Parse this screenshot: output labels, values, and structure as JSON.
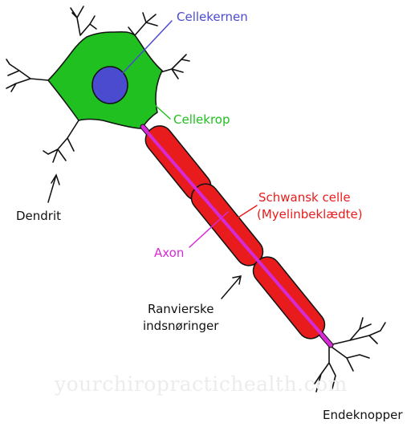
{
  "labels": {
    "nucleus": "Cellekernen",
    "cell_body": "Cellekrop",
    "dendrite": "Dendrit",
    "schwann_line1": "Schwansk celle",
    "schwann_line2": "(Myelinbeklædte)",
    "axon": "Axon",
    "ranvier_line1": "Ranvierske",
    "ranvier_line2": "indsnøringer",
    "terminals": "Endeknopper"
  },
  "watermark": "yourchiropractichealth.com",
  "colors": {
    "nucleus": "#4b4bd0",
    "cell_body": "#1fc01f",
    "schwann": "#e81c1c",
    "axon": "#d62ad6",
    "text": "#111111"
  }
}
